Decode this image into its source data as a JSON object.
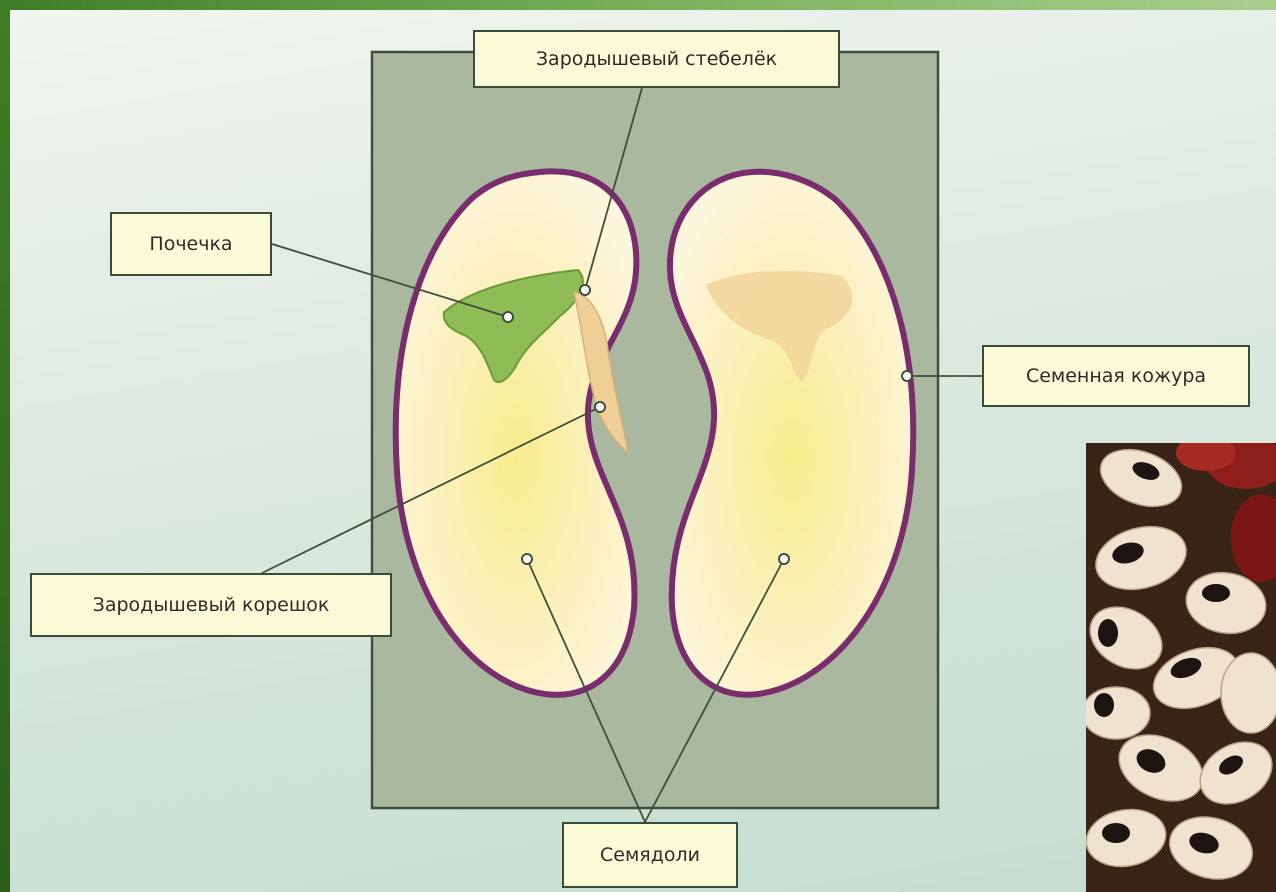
{
  "labels": {
    "stem": "Зародышевый стебелёк",
    "bud": "Почечка",
    "coat": "Семенная кожура",
    "root": "Зародышевый корешок",
    "cotyledons": "Семядоли"
  },
  "colors": {
    "panel": "#a9b89f",
    "seed_outline": "#7a2d6d",
    "seed_fill": "#fbf0c2",
    "bud_green": "#7fb04a",
    "label_bg": "#fbfad6",
    "frame_green": "#3e7d26"
  }
}
